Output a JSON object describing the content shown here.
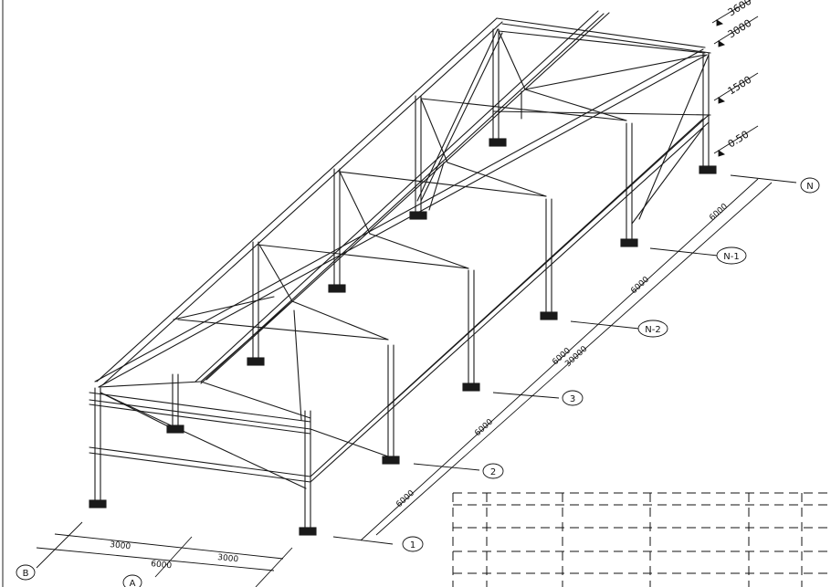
{
  "elevations": [
    "3600",
    "3000",
    "1500",
    "0.50"
  ],
  "dimensions": {
    "bay_spacings": [
      "6000",
      "6000",
      "6000",
      "6000",
      "6000"
    ],
    "total_length": "30000",
    "width_parts": [
      "3000",
      "3000"
    ],
    "total_width": "6000"
  },
  "axes": {
    "longitudinal": [
      "1",
      "2",
      "3",
      "N-2",
      "N-1",
      "N"
    ],
    "transverse": [
      "B",
      "A"
    ]
  }
}
